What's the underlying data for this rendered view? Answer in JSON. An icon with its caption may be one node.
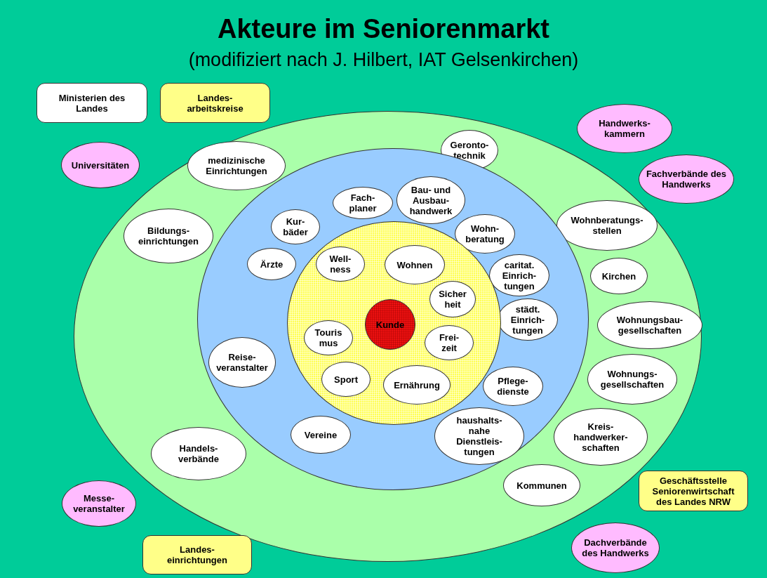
{
  "diagram": {
    "title": "Akteure im Seniorenmarkt",
    "nodes": [
      {
        "text": [
          "Ministerien des Landes"
        ]
      },
      {
        "text": [
          "Landes- arbeitskreise"
        ]
      },
      {
        "text": [
          "Handwerks- kammern"
        ]
      },
      {
        "text": [
          "Universitäten"
        ]
      },
      {
        "text": [
          "Fachverbände des Handwerks"
        ]
      },
      {
        "text": [],
        "shape": "ellipse"
      },
      {
        "text": [
          "Geronto- technik"
        ],
        "in": 5
      },
      {
        "text": [
          "medizinische Einrichtungen"
        ],
        "in": 5
      },
      {
        "text": [
          "Bildungs- einrichtungen"
        ],
        "in": 5
      },
      {
        "text": [
          "Wohnberatungs- stellen"
        ],
        "in": 5
      },
      {
        "text": [
          "Kirchen"
        ],
        "in": 5
      },
      {
        "text": [
          "Wohnungsbau- gesellschaften"
        ],
        "in": 5
      },
      {
        "text": [
          "Wohnungs- gesellschaften"
        ],
        "in": 5
      },
      {
        "text": [
          "Kreis- handwerker- schaften"
        ],
        "in": 5
      },
      {
        "text": [
          "Handels- verbände"
        ],
        "in": 5
      },
      {
        "text": [
          "Kommunen"
        ],
        "in": 5
      },
      {
        "text": [],
        "shape": "ellipse",
        "in": 5
      },
      {
        "text": [
          "Fach- planer"
        ],
        "in": 16
      },
      {
        "text": [
          "Bau- und Ausbau- handwerk"
        ],
        "in": 16
      },
      {
        "text": [
          "Kur- bäder"
        ],
        "in": 16
      },
      {
        "text": [
          "Wohn- beratung"
        ],
        "in": 16
      },
      {
        "text": [
          "Ärzte"
        ],
        "in": 16
      },
      {
        "text": [
          "caritat. Einrich- tungen"
        ],
        "in": 16
      },
      {
        "text": [
          "städt. Einrich- tungen"
        ],
        "in": 16
      },
      {
        "text": [
          "Reise- veranstalter"
        ],
        "in": 16
      },
      {
        "text": [
          "Pflege- dienste"
        ],
        "in": 16
      },
      {
        "text": [
          "Vereine"
        ],
        "in": 16
      },
      {
        "text": [
          "haushalts- nahe Dienstleis- tungen"
        ],
        "in": 16
      },
      {
        "text": [],
        "shape": "ellipse",
        "in": 16
      },
      {
        "text": [
          "Well- ness"
        ],
        "in": 28
      },
      {
        "text": [
          "Wohnen"
        ],
        "in": 28
      },
      {
        "text": [
          "Sicher heit"
        ],
        "in": 28
      },
      {
        "text": [
          "Kunde"
        ],
        "in": 28
      },
      {
        "text": [
          "Touris mus"
        ],
        "in": 28
      },
      {
        "text": [
          "Frei- zeit"
        ],
        "in": 28
      },
      {
        "text": [
          "Sport"
        ],
        "in": 28
      },
      {
        "text": [
          "Ernährung"
        ],
        "in": 28
      },
      {
        "text": [
          "Messe- veranstalter"
        ]
      },
      {
        "text": [
          "Geschäftsstelle Seniorenwirtschaft des Landes NRW"
        ]
      },
      {
        "text": [
          "Dachverbände des Handwerks"
        ]
      },
      {
        "text": [
          "Landes- einrichtungen"
        ]
      }
    ],
    "labels": [
      "(modifiziert nach J. Hilbert, IAT Gelsenkirchen)"
    ]
  }
}
